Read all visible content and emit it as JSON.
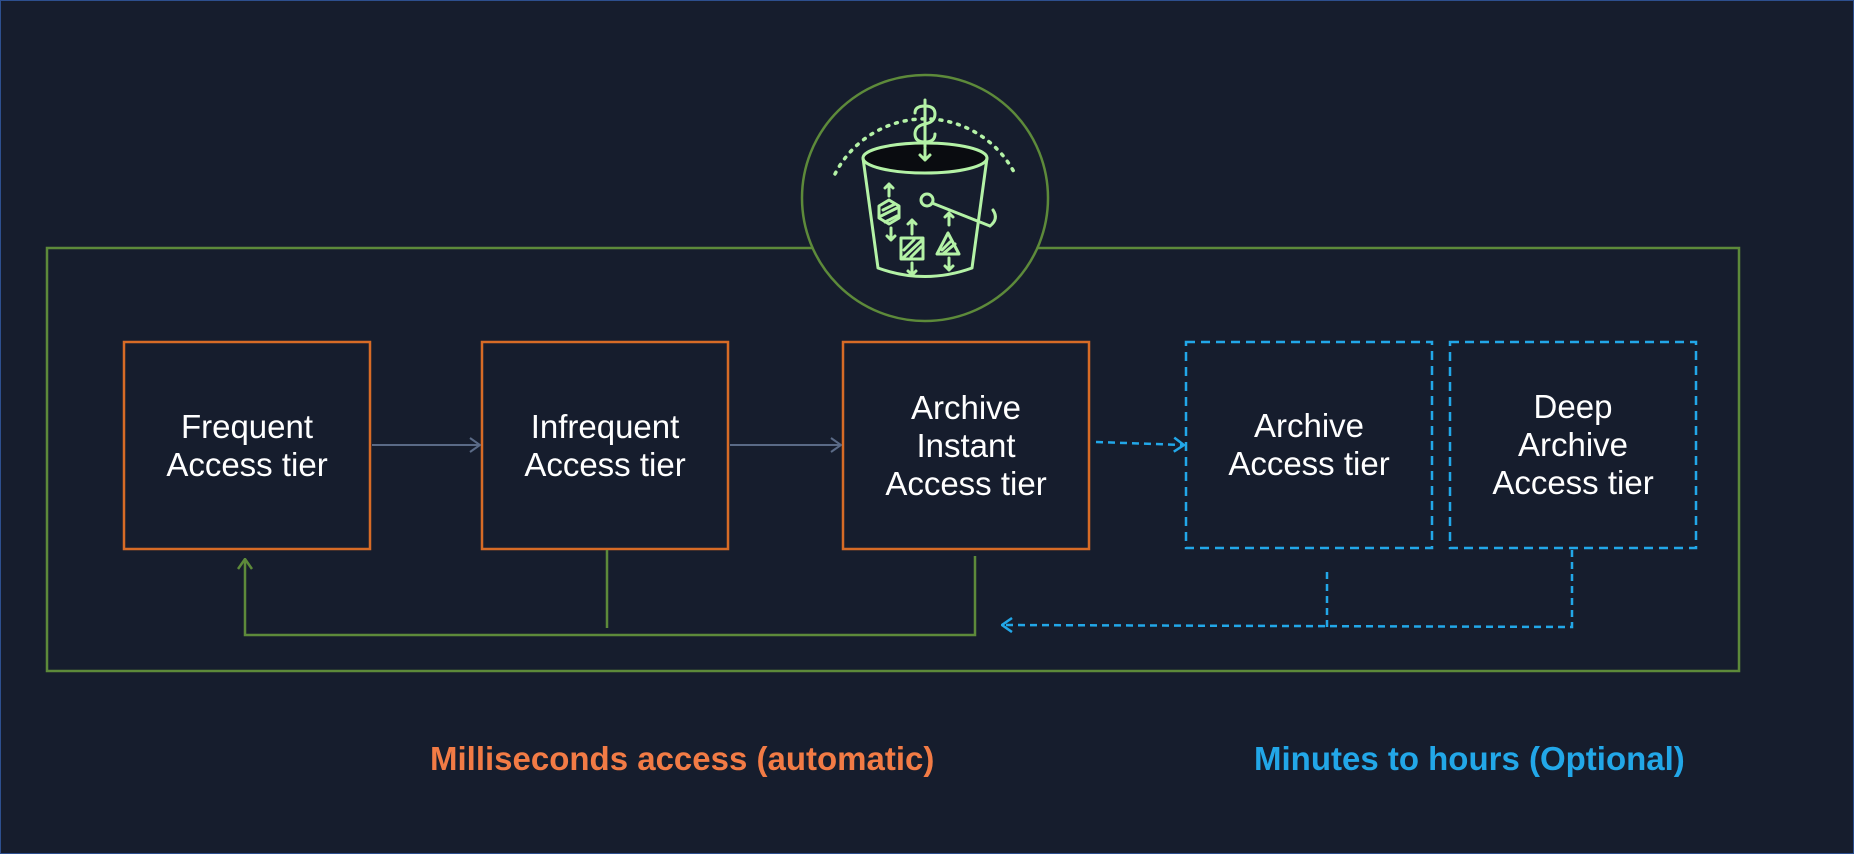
{
  "colors": {
    "background": "#161d2d",
    "intelligent_tiering_group": "#5d8a3a",
    "automatic_tier_border": "#d76b26",
    "optional_tier_border": "#22a7e8",
    "transition_arrow": "#5a6a86",
    "bucket_icon": "#b4f2a6",
    "caption_automatic": "#f27b45",
    "caption_optional": "#22a7e8"
  },
  "icon": "s3-intelligent-tiering-bucket-icon",
  "tiers": {
    "frequent": "Frequent\nAccess tier",
    "infrequent": "Infrequent\nAccess tier",
    "archive_instant": "Archive\nInstant\nAccess tier",
    "archive": "Archive\nAccess tier",
    "deep_archive": "Deep\nArchive\nAccess tier"
  },
  "captions": {
    "automatic": "Milliseconds access (automatic)",
    "optional": "Minutes to hours (Optional)"
  }
}
